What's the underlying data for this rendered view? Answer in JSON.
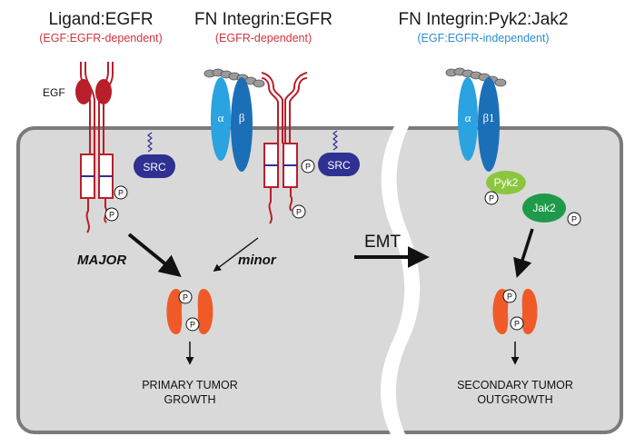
{
  "headers": {
    "ligand_title": "Ligand:EGFR",
    "ligand_sub": "(EGF:EGFR-dependent)",
    "fn_title": "FN Integrin:EGFR",
    "fn_sub": "(EGFR-dependent)",
    "pyk2_title": "FN Integrin:Pyk2:Jak2",
    "pyk2_sub": "(EGF:EGFR-independent)"
  },
  "labels": {
    "egf": "EGF",
    "src": "SRC",
    "alpha": "α",
    "beta": "β",
    "beta1": "β1",
    "pyk2": "Pyk2",
    "jak2": "Jak2",
    "phospho": "P",
    "major": "MAJOR",
    "minor": "minor",
    "emt": "EMT"
  },
  "outcomes": {
    "primary_line1": "PRIMARY TUMOR",
    "primary_line2": "GROWTH",
    "secondary_line1": "SECONDARY TUMOR",
    "secondary_line2": "OUTGROWTH"
  },
  "colors": {
    "egfr_red": "#b81f2b",
    "sub_red": "#d0343f",
    "sub_blue": "#2a8fcf",
    "src_navy": "#2e3192",
    "alpha_light": "#2aa3e0",
    "beta_dark": "#1b6fb7",
    "pyk2_green": "#8cc63f",
    "jak2_green": "#1f9a4a",
    "dimer_orange": "#f05a28",
    "cell_gray": "#d9d9d9",
    "cell_border": "#7a7a7a"
  }
}
